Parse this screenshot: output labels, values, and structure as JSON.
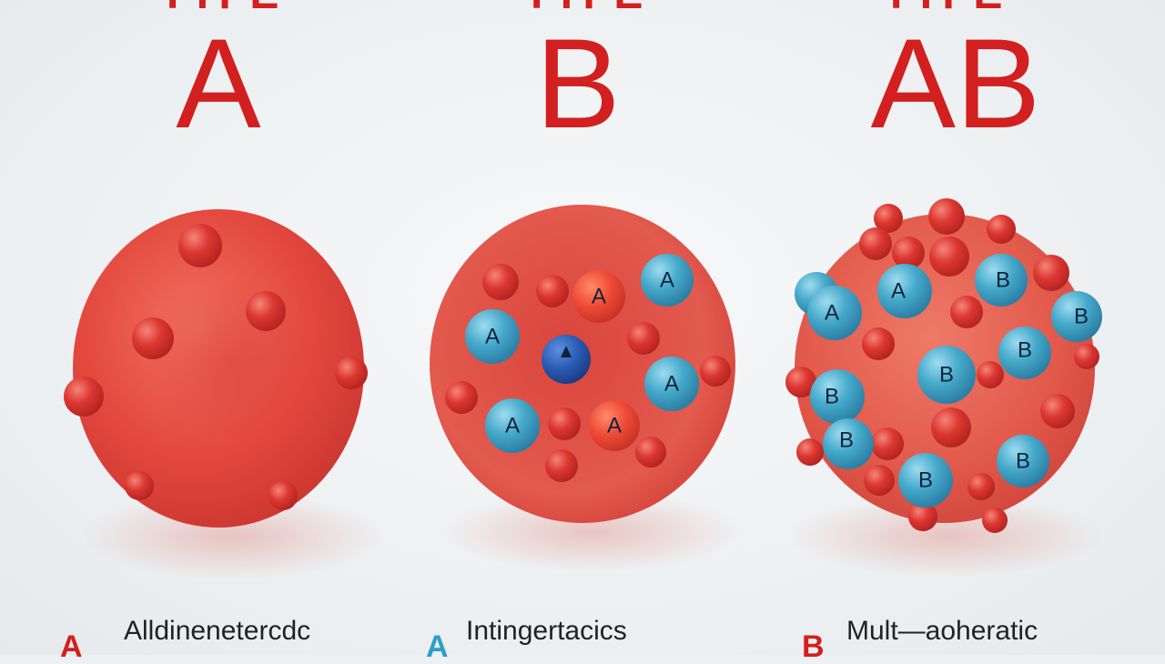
{
  "colors": {
    "title_red": "#d21f1f",
    "cell_red": "#e0473f",
    "antigen_red": "#d8302d",
    "antigen_blue": "#3aa6c7",
    "antigen_dark_blue": "#2456a8",
    "background": "#eef1f3"
  },
  "panels": [
    {
      "cut_title": "TYPE",
      "type_letter": "A",
      "caption_mark": "A",
      "caption_mark_color": "#d21f1f",
      "caption_text": "Alldinenetercdc"
    },
    {
      "cut_title": "TYPE",
      "type_letter": "B",
      "caption_mark": "A",
      "caption_mark_color": "#2aa0c8",
      "caption_text": "Intingertacics"
    },
    {
      "cut_title": "TYPE",
      "type_letter": "AB",
      "caption_mark": "B",
      "caption_mark_color": "#d21f1f",
      "caption_text": "Mult—aoheratic"
    }
  ],
  "antigen_labels": {
    "a": "A",
    "b": "B"
  }
}
